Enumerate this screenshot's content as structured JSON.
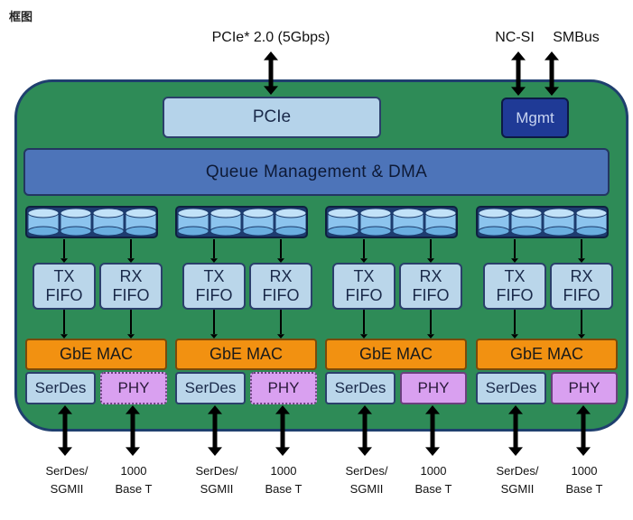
{
  "page_label": "框图",
  "external": {
    "pcie_bus": "PCIe* 2.0 (5Gbps)",
    "ncsi": "NC-SI",
    "smbus": "SMBus"
  },
  "blocks": {
    "pcie": "PCIe",
    "mgmt": "Mgmt",
    "queue_dma": "Queue Management & DMA"
  },
  "ports": [
    {
      "tx": "TX\nFIFO",
      "rx": "RX\nFIFO",
      "mac": "GbE MAC",
      "serdes": "SerDes",
      "phy": "PHY",
      "phy_style": "dotted",
      "label_serdes": "SerDes/\nSGMII",
      "label_phy": "1000\nBase T"
    },
    {
      "tx": "TX\nFIFO",
      "rx": "RX\nFIFO",
      "mac": "GbE MAC",
      "serdes": "SerDes",
      "phy": "PHY",
      "phy_style": "dotted",
      "label_serdes": "SerDes/\nSGMII",
      "label_phy": "1000\nBase T"
    },
    {
      "tx": "TX\nFIFO",
      "rx": "RX\nFIFO",
      "mac": "GbE MAC",
      "serdes": "SerDes",
      "phy": "PHY",
      "phy_style": "solid",
      "label_serdes": "SerDes/\nSGMII",
      "label_phy": "1000\nBase T"
    },
    {
      "tx": "TX\nFIFO",
      "rx": "RX\nFIFO",
      "mac": "GbE MAC",
      "serdes": "SerDes",
      "phy": "PHY",
      "phy_style": "solid",
      "label_serdes": "SerDes/\nSGMII",
      "label_phy": "1000\nBase T"
    }
  ],
  "colors": {
    "chip": "#2e8b57",
    "pcie": "#b5d3ea",
    "mgmt": "#1f3a96",
    "queue_dma": "#4d74b9",
    "mac": "#f29111",
    "phy": "#d9a0f0",
    "fifo": "#bad6ea"
  }
}
